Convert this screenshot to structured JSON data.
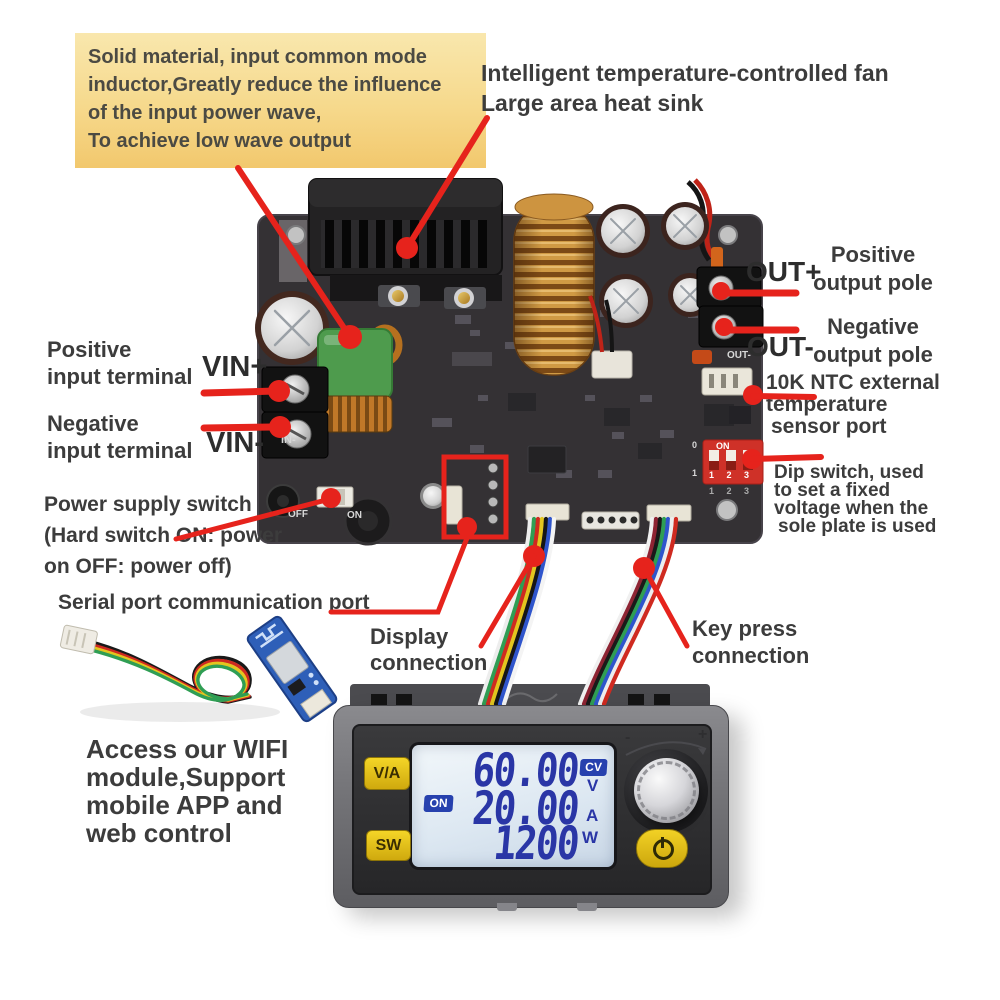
{
  "colors": {
    "annotation_red": "#E6231C",
    "note_box_yellow_top": "#F9E7AD",
    "note_box_yellow_bottom": "#F2C86D",
    "label_text": "#3C3C3C",
    "lcd_digit_blue": "#2A36A6",
    "button_yellow": "#EFC91C",
    "pcb_dark": "#343134",
    "wifi_pcb_blue": "#2E5FB8"
  },
  "annotations": {
    "inductor_note": {
      "lines": [
        "Solid material, input common mode",
        "inductor,Greatly reduce the influence",
        "of the input power wave,",
        "To achieve low wave output"
      ]
    },
    "fan_note": {
      "lines": [
        "Intelligent temperature-controlled fan",
        "Large area heat sink"
      ]
    },
    "out_positive": {
      "terminal": "OUT+",
      "lines": [
        "Positive",
        "output pole"
      ]
    },
    "out_negative": {
      "terminal": "OUT-",
      "lines": [
        "Negative",
        "output pole"
      ]
    },
    "ntc_port": {
      "lines": [
        "10K NTC external",
        "temperature",
        "sensor port"
      ]
    },
    "dip_switch": {
      "lines": [
        "Dip switch, used",
        "to set a fixed",
        "voltage when the",
        "sole plate is used"
      ]
    },
    "vin_positive": {
      "terminal": "VIN+",
      "lines": [
        "Positive",
        "input terminal"
      ]
    },
    "vin_negative": {
      "terminal": "VIN-",
      "lines": [
        "Negative",
        "input terminal"
      ]
    },
    "power_switch": {
      "lines": [
        "Power supply switch",
        "(Hard switch ON: power",
        "on OFF: power off)"
      ]
    },
    "serial_port": {
      "text": "Serial port communication port"
    },
    "display_connection": {
      "lines": [
        "Display",
        "connection"
      ]
    },
    "keypress_connection": {
      "lines": [
        "Key press",
        "connection"
      ]
    },
    "wifi_module": {
      "lines": [
        "Access our WIFI",
        "module,Support",
        "mobile APP and",
        "web control"
      ]
    }
  },
  "pcb_silkscreen": {
    "power_off": "OFF",
    "power_on": "ON",
    "input_neg": "IN-",
    "output_neg": "OUT-",
    "dip_on": "ON",
    "dip_numbers": "1 2 3",
    "dip_numbers_board": "1 2 3",
    "dip_zero": "0",
    "dip_one": "1"
  },
  "display_module": {
    "button_va": "V/A",
    "button_sw": "SW",
    "badge_on": "ON",
    "badge_cv": "CV",
    "voltage_value": "60.00",
    "voltage_unit": "V",
    "current_value": "20.00",
    "current_unit": "A",
    "power_value": "1200",
    "power_unit": "W",
    "knob_minus": "-",
    "knob_plus": "+"
  }
}
